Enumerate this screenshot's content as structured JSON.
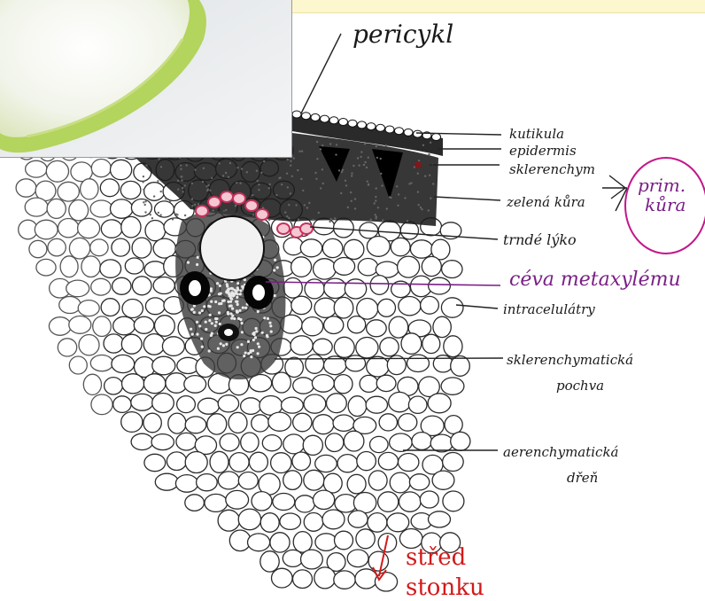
{
  "labels": {
    "pericykl": "pericykl",
    "kutikula": "kutikula",
    "epidermis": "epidermis",
    "sklerenchym": "sklerenchym",
    "zelena_kura": "zelená kůra",
    "primarni_kura_line1": "prim.",
    "primarni_kura_line2": "kůra",
    "trnda_lyko": "trndé lýko",
    "cevni_svazek_line": "céva metaxylému",
    "intracelulary": "intracelulátry",
    "sklerenchymaticka_line1": "sklerenchymatická",
    "sklerenchymaticka_line2": "pochva",
    "aerenchymaticka_line1": "aerenchymatická",
    "aerenchymaticka_line2": "dřeň",
    "stred_line1": "střed",
    "stred_line2": "stonku"
  },
  "colors": {
    "ink": "#1a1a1a",
    "purple": "#7a1f86",
    "red_annotation": "#d21a1a",
    "phloem_pink": "#c7305a",
    "banner": "#fdf7cf",
    "plant_green": "#b3d45d"
  }
}
